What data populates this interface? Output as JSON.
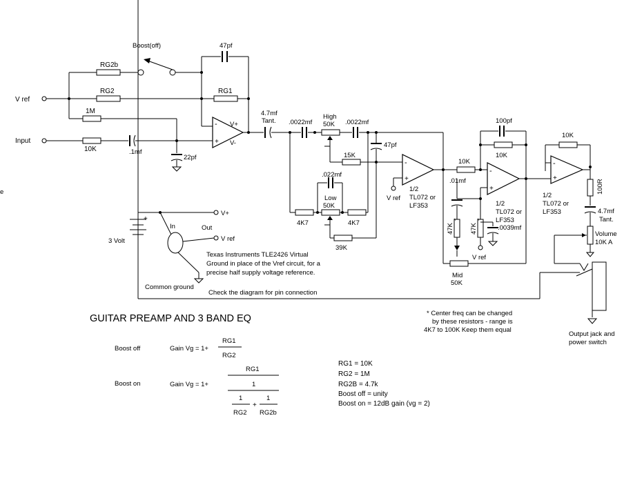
{
  "title": "GUITAR PREAMP AND 3 BAND EQ",
  "labels": {
    "boost_switch": "Boost(off)",
    "vref_in": "V ref",
    "input": "Input",
    "rg2b": "RG2b",
    "rg2": "RG2",
    "rg1": "RG1",
    "r_1m": "1M",
    "r_10k_in": "10K",
    "c_01mf": ".1mf",
    "c_22pf": "22pf",
    "c_47pf_fb": "47pf",
    "c_47mf_tant_1": "4.7mf",
    "tant_1": "Tant.",
    "c_0022_a": ".0022mf",
    "c_0022_b": ".0022mf",
    "high_pot": "High",
    "high_pot_val": "50K",
    "c_47pf_hi": "47pf",
    "r_15k": "15K",
    "c_022mf": ".022mf",
    "low_pot": "Low",
    "low_pot_val": "50K",
    "r_4k7_a": "4K7",
    "r_4k7_b": "4K7",
    "r_39k": "39K",
    "vref_u2": "V ref",
    "u2_half": "1/2",
    "u2_part": "TL072 or",
    "u2_part2": "LF353",
    "r_10k_mid": "10K",
    "c_01mf_mid": ".01mf",
    "c_100pf": "100pf",
    "r_10k_fb": "10K",
    "u3_half": "1/2",
    "u3_part": "TL072 or",
    "u3_part2": "LF353",
    "r_47k_a": "47K",
    "r_47k_b": "47K",
    "star_a": "*",
    "star_b": "*",
    "c_0039mf": ".0039mf",
    "vref_mid": "V ref",
    "mid_pot": "Mid",
    "mid_pot_val": "50K",
    "r_10k_out": "10K",
    "u4_half": "1/2",
    "u4_part": "TL072 or",
    "u4_part2": "LF353",
    "r_100r": "100R",
    "c_47mf_tant_2": "4.7mf",
    "tant_2": "Tant.",
    "volume": "Volume",
    "volume_val": "10K A",
    "output_jack": "Output jack and",
    "power_switch": "power switch",
    "vplus": "V+",
    "vminus": "V-",
    "minus": "-",
    "plus": "+",
    "ps_vplus": "V+",
    "ps_vref": "V ref",
    "battery": "3 Volt",
    "reg_in": "In",
    "reg_out": "Out",
    "common_ground": "Common ground",
    "tle_note_1": "Texas Instruments TLE2426 Virtual",
    "tle_note_2": "Ground in place of the Vref circuit, for a",
    "tle_note_3": "precise half supply voltage reference.",
    "pin_note": "Check the diagram for pin connection",
    "center_note_1": "* Center freq can be changed",
    "center_note_2": "by these resistors - range is",
    "center_note_3": "4K7 to 100K Keep them equal",
    "edge_mark": "e"
  },
  "formulas": {
    "boost_off_label": "Boost off",
    "boost_off_lhs": "Gain Vg = 1+",
    "boost_off_num": "RG1",
    "boost_off_den": "RG2",
    "boost_on_label": "Boost on",
    "boost_on_lhs": "Gain Vg = 1+",
    "boost_on_num": "RG1",
    "boost_on_one": "1",
    "boost_on_one_a": "1",
    "boost_on_one_b": "1",
    "boost_on_plus": "+",
    "boost_on_rg2": "RG2",
    "boost_on_rg2b": "RG2b"
  },
  "values": {
    "line1": "RG1 = 10K",
    "line2": "RG2 = 1M",
    "line3": "RG2B = 4.7k",
    "line4": "Boost off = unity",
    "line5": "Boost on = 12dB gain (vg = 2)"
  }
}
